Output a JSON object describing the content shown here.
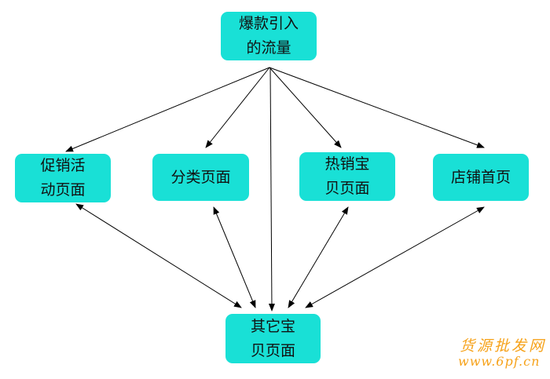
{
  "nodes": {
    "top": "爆款引入\n的流量",
    "promo": "促销活\n动页面",
    "category": "分类页面",
    "hot": "热销宝\n贝页面",
    "store": "店铺首页",
    "other": "其它宝\n贝页面"
  },
  "watermark": {
    "line1": "货源批发网",
    "line2": "www.6pf.cn"
  },
  "colors": {
    "node_fill": "#19e0d6",
    "edge": "#000000",
    "watermark": "#f6a21a"
  }
}
